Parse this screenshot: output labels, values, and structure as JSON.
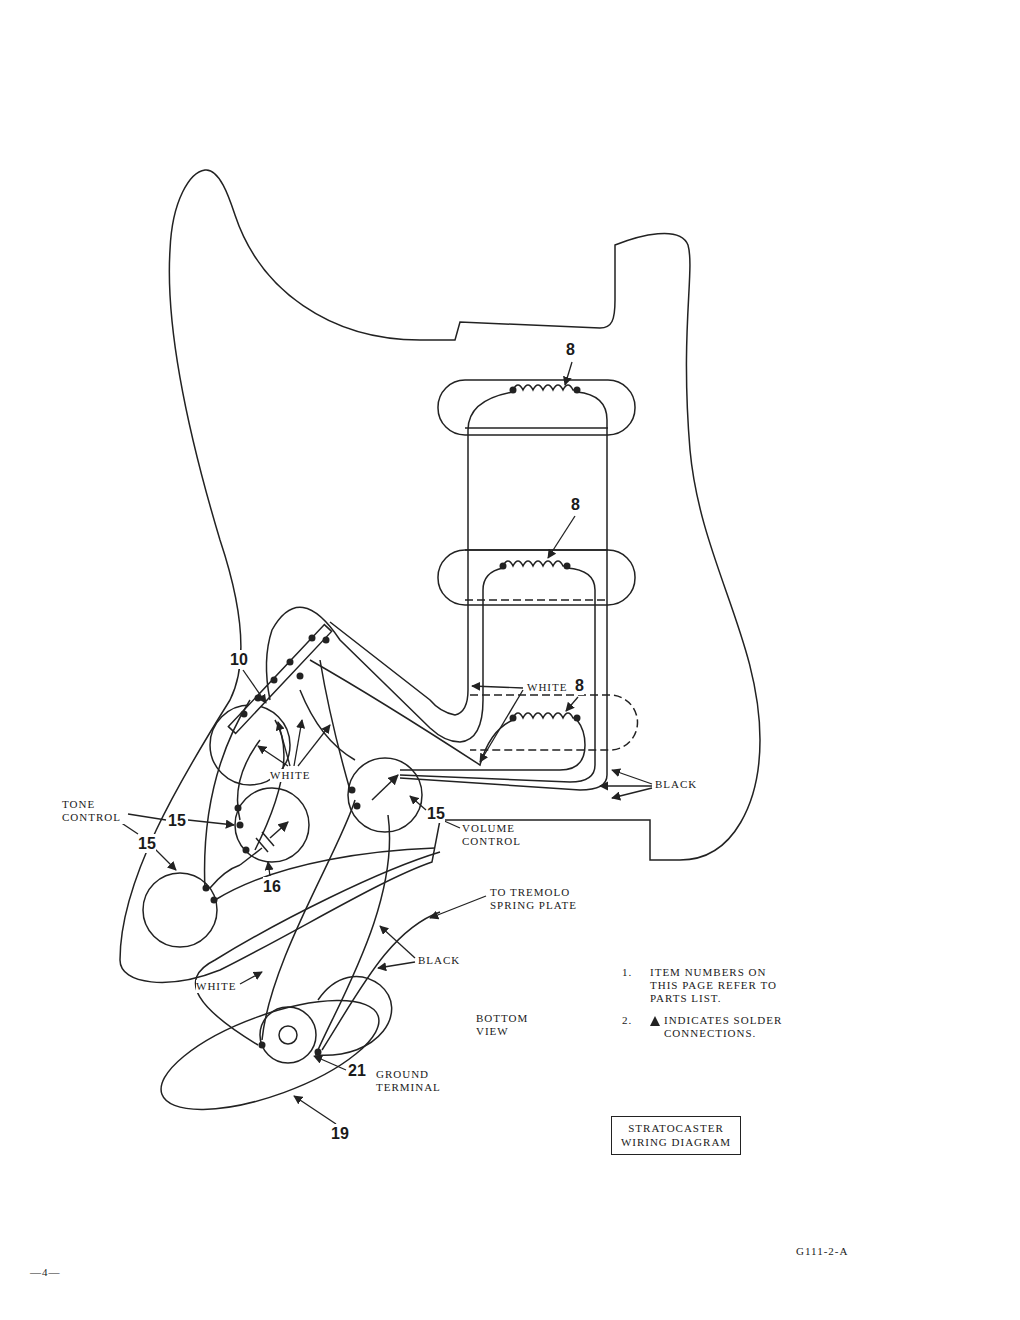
{
  "diagram": {
    "nodes": [
      {
        "text": [
          "STRATOCASTER WIRING DIAGRAM"
        ]
      }
    ],
    "labels": [
      "8",
      "8",
      "WHITE",
      "8",
      "10",
      "WHITE",
      "BLACK",
      "TONE CONTROL",
      "15",
      "15",
      "16",
      "15",
      "VOLUME CONTROL",
      "TO TREMOLO SPRING PLATE",
      "BLACK",
      "WHITE",
      "21",
      "GROUND TERMINAL",
      "19",
      "BOTTOM VIEW",
      "1.",
      "ITEM NUMBERS ON THIS PAGE REFER TO PARTS LIST.",
      "2.",
      "INDICATES SOLDER CONNECTIONS.",
      "G111-2-A",
      "—4—"
    ]
  }
}
